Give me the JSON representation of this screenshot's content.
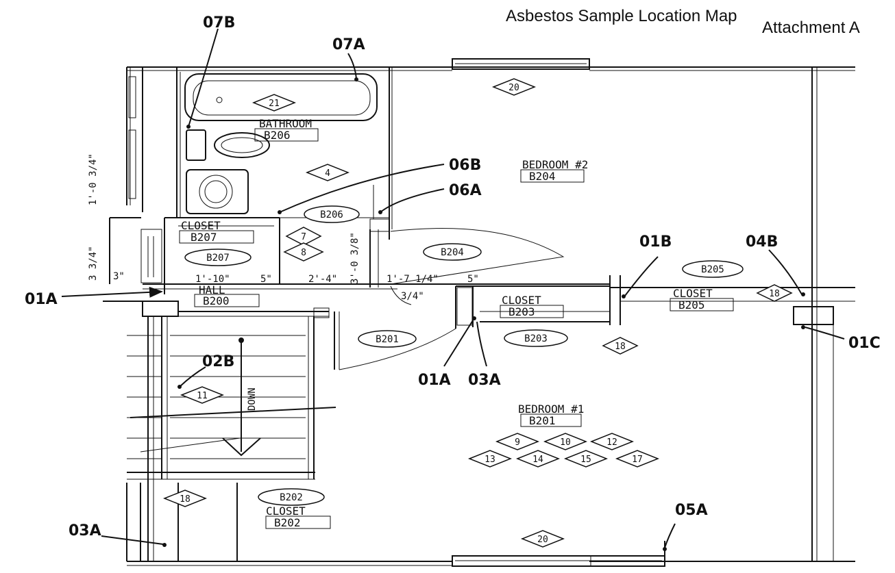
{
  "header": {
    "title": "Asbestos Sample Location Map",
    "attachment": "Attachment A"
  },
  "rooms": {
    "bathroom": {
      "name": "BATHROOM",
      "code": "B206"
    },
    "bedroom2": {
      "name": "BEDROOM #2",
      "code": "B204"
    },
    "bedroom1": {
      "name": "BEDROOM #1",
      "code": "B201"
    },
    "closet207": {
      "name": "CLOSET",
      "code": "B207"
    },
    "hall": {
      "name": "HALL",
      "code": "B200"
    },
    "closet203": {
      "name": "CLOSET",
      "code": "B203"
    },
    "closet205": {
      "name": "CLOSET",
      "code": "B205"
    },
    "closet202": {
      "name": "CLOSET",
      "code": "B202"
    }
  },
  "door_tags": {
    "b206": "B206",
    "b204": "B204",
    "b207": "B207",
    "b205": "B205",
    "b201": "B201",
    "b203": "B203",
    "b202": "B202"
  },
  "keynotes": {
    "k21": "21",
    "k20_top": "20",
    "k4": "4",
    "k7": "7",
    "k8": "8",
    "k18_a": "18",
    "k18_b": "18",
    "k11": "11",
    "k9": "9",
    "k10": "10",
    "k12": "12",
    "k13": "13",
    "k14": "14",
    "k15": "15",
    "k17": "17",
    "k18_c": "18",
    "k20_bottom": "20"
  },
  "dimensions": {
    "d1": "1'-10\"",
    "d2": "5\"",
    "d3": "2'-4\"",
    "d4": "1'-7 1/4\"",
    "d5": "5\"",
    "d6": "3/4\"",
    "d7": "3\"",
    "v1": "1'-0 3/4\"",
    "v2": "3'-0 3/8\"",
    "v3": "3 3/4\"",
    "v4": "DOWN"
  },
  "samples": {
    "s07B": "07B",
    "s07A": "07A",
    "s06B": "06B",
    "s06A": "06A",
    "s01B": "01B",
    "s04B": "04B",
    "s01A_left": "01A",
    "s01C": "01C",
    "s02B": "02B",
    "s01A_mid": "01A",
    "s03A_mid": "03A",
    "s03A_left": "03A",
    "s05A": "05A"
  }
}
